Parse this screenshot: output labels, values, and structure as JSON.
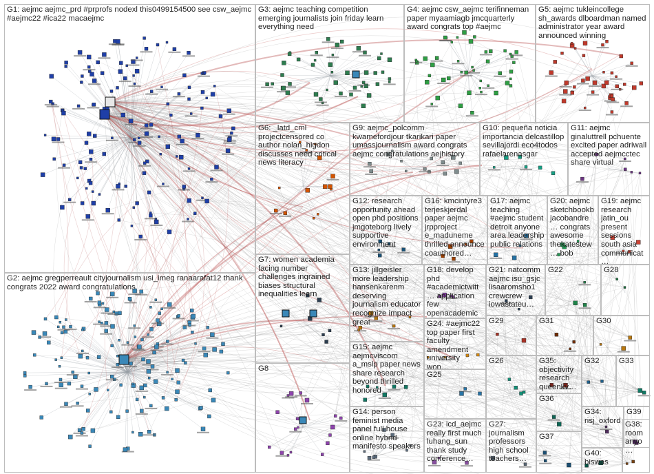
{
  "groups": [
    {
      "id": "G1",
      "label": "G1: aejmc aejmc_prd #prprofs nodexl this0499154500 see csw_aejmc #aejmc22 #ica22 macaejmc",
      "color": "#1f3fa8"
    },
    {
      "id": "G2",
      "label": "G2: aejmc gregperreault cityjournalism usi_imeg ranaarafat12 thank congrats 2022 award congratulations",
      "color": "#3a88b8"
    },
    {
      "id": "G3",
      "label": "G3: aejmc teaching competition emerging journalists join friday learn everything need",
      "color": "#2e7d4f"
    },
    {
      "id": "G4",
      "label": "G4: aejmc csw_aejmc terifinneman paper myaamiagb jmcquarterly award congrats top #aejmc",
      "color": "#2f9e44"
    },
    {
      "id": "G5",
      "label": "G5: aejmc tukleincollege sh_awards dlboardman named administrator year award announced winning",
      "color": "#c0392b"
    },
    {
      "id": "G6",
      "label": "G6: _latd_cml projectcensored co author nolan_higdon discusses need critical news literacy",
      "color": "#d35400"
    },
    {
      "id": "G7",
      "label": "G7: women academia facing number challenges ingrained biases structural inequalities learn",
      "color": "#2c3e50"
    },
    {
      "id": "G8",
      "label": "G8",
      "color": "#8e44ad"
    },
    {
      "id": "G9",
      "label": "G9: aejmc_polcomm kwamefordjour tkarikari paper umassjournalism award congrats aejmc congratulations aejhistory",
      "color": "#7f8c8d"
    },
    {
      "id": "G10",
      "label": "G10: pequeña noticia importancia delcastillop sevillajordi eco4todos rafaelarenasgar",
      "color": "#16a085"
    },
    {
      "id": "G11",
      "label": "G11: aejmc ginaluttrell pchuente excited paper adriwall accepted aejmcctec share virtual",
      "color": "#6c3483"
    },
    {
      "id": "G12",
      "label": "G12: research opportunity ahead open phd positions jmgoteborg lively supportive environment",
      "color": "#1a5276"
    },
    {
      "id": "G13",
      "label": "G13: jillgeisler more leadership hansenkarenm deserving journalism educator recognize impact great",
      "color": "#b9770e"
    },
    {
      "id": "G14",
      "label": "G14: person feminist media panel full house online hybrid manifesto speakers",
      "color": "#5d6d7e"
    },
    {
      "id": "G15",
      "label": "G15: aejmc aejmcviscom a_mslp paper news share research beyond thrilled honored",
      "color": "#117864"
    },
    {
      "id": "G16",
      "label": "G16: kmcintyre3 terjeskjerdal paper aejmc jrpproject e_maduneme thrilled announce coauthored…",
      "color": "#a04000"
    },
    {
      "id": "G17",
      "label": "G17: aejmc teaching #aejmc student detroit anyone area leadership public relations",
      "color": "#2471a3"
    },
    {
      "id": "G18",
      "label": "G18: develop phd #academictwitt… application few openacademic…",
      "color": "#7d3c98"
    },
    {
      "id": "G19",
      "label": "G19: aejmc research jatin_ou present sessions south asia communicat…",
      "color": "#cb4335"
    },
    {
      "id": "G20",
      "label": "G20: aejmc sketchbookb jacobandre… congrats awesome thekatestew… bob",
      "color": "#229954"
    },
    {
      "id": "G21",
      "label": "G21: natcomm aejmc isu_gsjc lisaaromsho1 crewcrew iowastateu…",
      "color": "#2e4053"
    },
    {
      "id": "G22",
      "label": "G22",
      "color": "#1e8449"
    },
    {
      "id": "G23",
      "label": "G23: icd_aejmc really first much luhang_sun thank study conference…",
      "color": "#884ea0"
    },
    {
      "id": "G24",
      "label": "G24: #aejmc22 top paper first faculty amendment university won…",
      "color": "#d68910"
    },
    {
      "id": "G25",
      "label": "G25",
      "color": "#2874a6"
    },
    {
      "id": "G26",
      "label": "G26",
      "color": "#148f77"
    },
    {
      "id": "G27",
      "label": "G27: journalism professors high school teachers…",
      "color": "#566573"
    },
    {
      "id": "G28",
      "label": "G28",
      "color": "#196f3d"
    },
    {
      "id": "G29",
      "label": "G29",
      "color": "#a93226"
    },
    {
      "id": "G30",
      "label": "G30",
      "color": "#b9770e"
    },
    {
      "id": "G31",
      "label": "G31",
      "color": "#6e2c00"
    },
    {
      "id": "G32",
      "label": "G32",
      "color": "#1f618d"
    },
    {
      "id": "G33",
      "label": "G33",
      "color": "#117a65"
    },
    {
      "id": "G34",
      "label": "G34: risj_oxford",
      "color": "#512e5f"
    },
    {
      "id": "G35",
      "label": "G35: objectivity research queenkv…",
      "color": "#7b241c"
    },
    {
      "id": "G36",
      "label": "G36",
      "color": "#0e6655"
    },
    {
      "id": "G37",
      "label": "G37",
      "color": "#1b4f72"
    },
    {
      "id": "G38",
      "label": "G38: room anyo…",
      "color": "#784212"
    },
    {
      "id": "G39",
      "label": "G39",
      "color": "#4a235a"
    },
    {
      "id": "G40",
      "label": "G40: biswas",
      "color": "#0b5345"
    }
  ]
}
